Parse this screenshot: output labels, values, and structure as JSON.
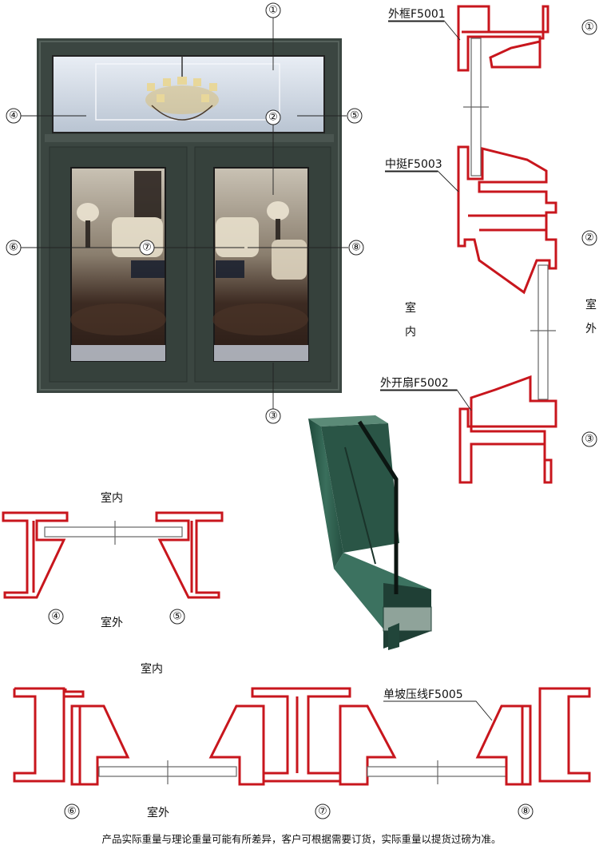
{
  "labels": {
    "n1": "①",
    "n2": "②",
    "n3": "③",
    "n4": "④",
    "n5": "⑤",
    "n6": "⑥",
    "n7": "⑦",
    "n8": "⑧"
  },
  "profiles": {
    "outer_frame": "外框F5001",
    "mullion": "中挺F5003",
    "outward_sash": "外开扇F5002",
    "glazing_bead": "单坡压线F5005"
  },
  "sides": {
    "indoor": "室内",
    "outdoor": "室外",
    "indoor_v1": "室",
    "indoor_v2": "内",
    "outdoor_v1": "室",
    "outdoor_v2": "外"
  },
  "footer": "产品实际重量与理论重量可能有所差异，客户可根据需要订货，实际重量以提货过磅为准。",
  "colors": {
    "profile_red": "#c8161d",
    "frame_dark_green": "#3b4641",
    "extrusion_green": "#2f5a4b"
  }
}
